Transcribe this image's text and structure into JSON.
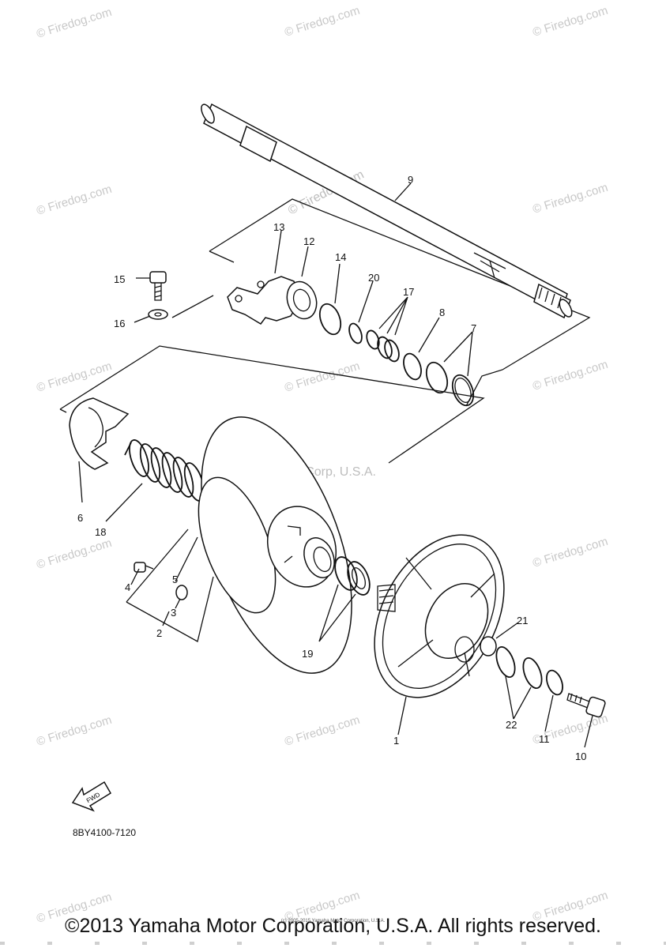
{
  "watermark": {
    "text": "© Firedog.com"
  },
  "center_watermark": "Yamaha Motor Corp, U.S.A.",
  "diagram_code": "8BY4100-7120",
  "fwd_label": "FWD",
  "footer_copyright": "©2013 Yamaha Motor Corporation, U.S.A. All rights reserved.",
  "footer_small": "(c) 2005-2015 Yamaha Motor Corporation, U.S.A.",
  "callouts": {
    "c1": "1",
    "c2": "2",
    "c3": "3",
    "c4": "4",
    "c5": "5",
    "c6": "6",
    "c7": "7",
    "c8": "8",
    "c9": "9",
    "c10": "10",
    "c11": "11",
    "c12": "12",
    "c13": "13",
    "c14": "14",
    "c15": "15",
    "c16": "16",
    "c17": "17",
    "c18": "18",
    "c19": "19",
    "c20": "20",
    "c21": "21",
    "c22": "22"
  }
}
